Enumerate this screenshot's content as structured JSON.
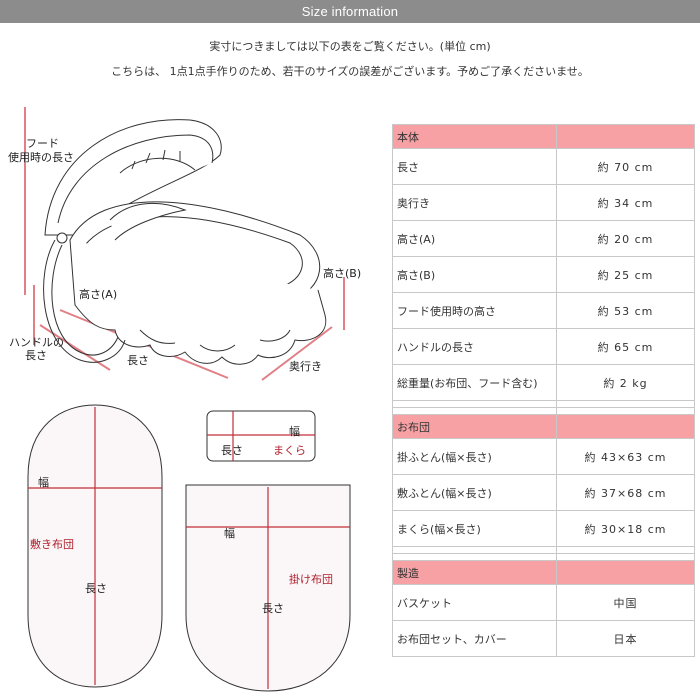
{
  "header": {
    "title": "Size information"
  },
  "intro": {
    "line1": "実寸につきましては以下の表をご覧ください。(単位 cm)",
    "line2": "こちらは、 1点1点手作りのため、若干のサイズの誤差がございます。予めご了承くださいませ。"
  },
  "diagram": {
    "hood_label_1": "フード",
    "hood_label_2": "使用時の長さ",
    "height_a": "高さ(A)",
    "height_b": "高さ(B)",
    "handle_label_1": "ハンドルの",
    "handle_label_2": "長さ",
    "length_label": "長さ",
    "depth_label": "奥行き",
    "pillow_width": "幅",
    "pillow_length": "長さ",
    "pillow_name": "まくら",
    "mattress_width": "幅",
    "mattress_name": "敷き布団",
    "mattress_length": "長さ",
    "quilt_width": "幅",
    "quilt_name": "掛け布団",
    "quilt_length": "長さ"
  },
  "table": {
    "section1": "本体",
    "rows1": [
      {
        "label": "長さ",
        "value": "約 70 cm"
      },
      {
        "label": "奥行き",
        "value": "約 34 cm"
      },
      {
        "label": "高さ(A)",
        "value": "約 20 cm"
      },
      {
        "label": "高さ(B)",
        "value": "約 25 cm"
      },
      {
        "label": "フード使用時の高さ",
        "value": "約 53 cm"
      },
      {
        "label": "ハンドルの長さ",
        "value": "約 65 cm"
      },
      {
        "label": "総重量(お布団、フード含む)",
        "value": "約 2 kg"
      }
    ],
    "section2": "お布団",
    "rows2": [
      {
        "label": "掛ふとん(幅×長さ)",
        "value": "約 43×63 cm"
      },
      {
        "label": "敷ふとん(幅×長さ)",
        "value": "約 37×68 cm"
      },
      {
        "label": "まくら(幅×長さ)",
        "value": "約 30×18 cm"
      }
    ],
    "section3": "製造",
    "rows3": [
      {
        "label": "バスケット",
        "value": "中国"
      },
      {
        "label": "お布団セット、カバー",
        "value": "日本"
      }
    ]
  },
  "colors": {
    "header_bg": "#8c8c8c",
    "section_bg": "#f7a1a4",
    "measure_line": "#e07f86",
    "dim_line": "#c0303a"
  }
}
